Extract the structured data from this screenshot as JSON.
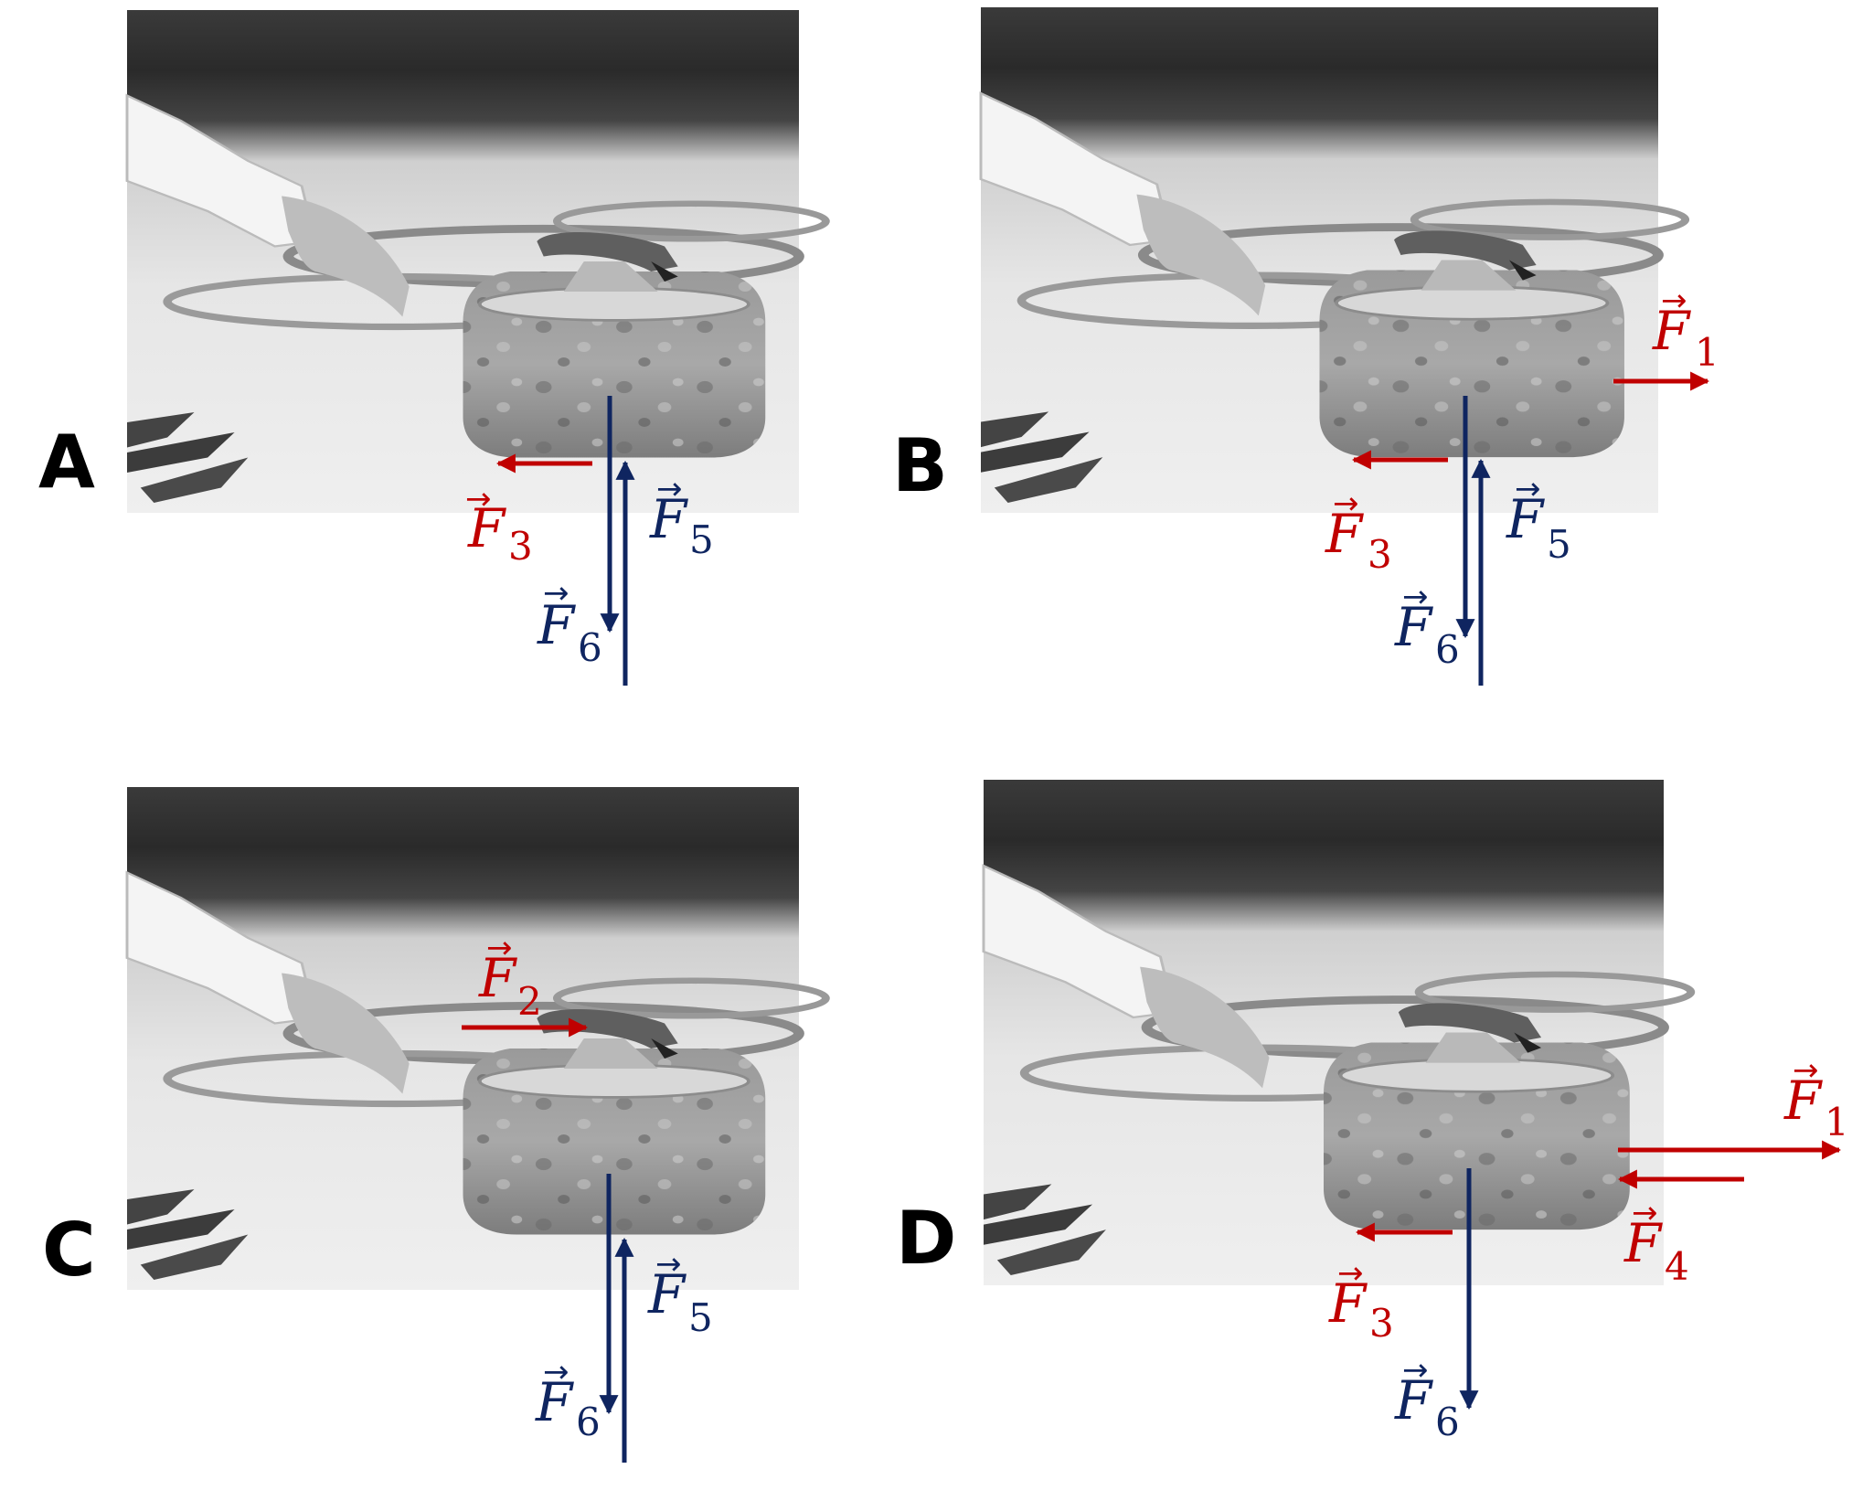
{
  "colors": {
    "red_force": "#c00000",
    "navy_force": "#0f2560"
  },
  "panels": [
    {
      "letter": "A",
      "forces": [
        {
          "symbol": "F",
          "subscript": "3",
          "color": "red"
        },
        {
          "symbol": "F",
          "subscript": "5",
          "color": "navy"
        },
        {
          "symbol": "F",
          "subscript": "6",
          "color": "navy"
        }
      ]
    },
    {
      "letter": "B",
      "forces": [
        {
          "symbol": "F",
          "subscript": "1",
          "color": "red"
        },
        {
          "symbol": "F",
          "subscript": "3",
          "color": "red"
        },
        {
          "symbol": "F",
          "subscript": "5",
          "color": "navy"
        },
        {
          "symbol": "F",
          "subscript": "6",
          "color": "navy"
        }
      ]
    },
    {
      "letter": "C",
      "forces": [
        {
          "symbol": "F",
          "subscript": "2",
          "color": "red"
        },
        {
          "symbol": "F",
          "subscript": "5",
          "color": "navy"
        },
        {
          "symbol": "F",
          "subscript": "6",
          "color": "navy"
        }
      ]
    },
    {
      "letter": "D",
      "forces": [
        {
          "symbol": "F",
          "subscript": "1",
          "color": "red"
        },
        {
          "symbol": "F",
          "subscript": "4",
          "color": "red"
        },
        {
          "symbol": "F",
          "subscript": "3",
          "color": "red"
        },
        {
          "symbol": "F",
          "subscript": "6",
          "color": "navy"
        }
      ]
    }
  ]
}
